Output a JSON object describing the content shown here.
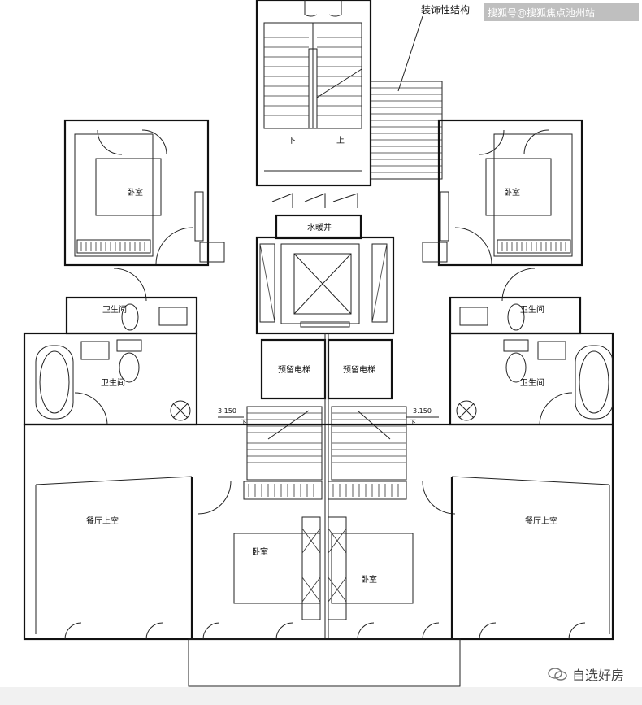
{
  "watermark": "搜狐号@搜狐焦点池州站",
  "callout": "装饰性结构",
  "rooms": {
    "bedroom_left": "卧室",
    "bedroom_right": "卧室",
    "bedroom_center_left": "卧室",
    "bedroom_center_right": "卧室",
    "bath_left_upper": "卫生间",
    "bath_left_lower": "卫生间",
    "bath_right_upper": "卫生间",
    "bath_right_lower": "卫生间",
    "shaft": "水暖井",
    "elevator_left": "预留电梯",
    "elevator_right": "预留电梯",
    "void_left": "餐厅上空",
    "void_right": "餐厅上空"
  },
  "stairs": {
    "down": "下",
    "up": "上"
  },
  "levels": {
    "left": "3.150",
    "right": "3.150",
    "left_dir": "下",
    "right_dir": "下"
  },
  "brand": "自选好房"
}
